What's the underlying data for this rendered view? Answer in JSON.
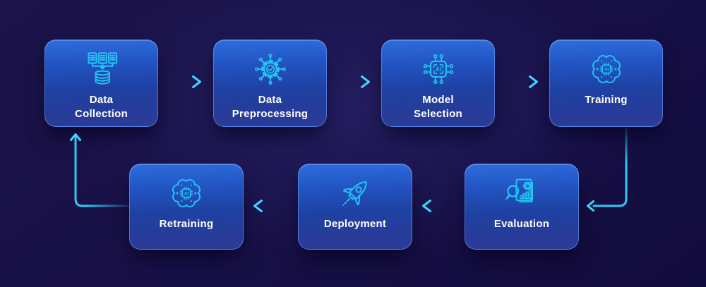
{
  "diagram": {
    "kind": "flowchart",
    "nodes": [
      {
        "id": "data-collection",
        "label": "Data\nCollection",
        "icon": "data-collection-icon"
      },
      {
        "id": "data-preprocessing",
        "label": "Data\nPreprocessing",
        "icon": "gear-network-icon"
      },
      {
        "id": "model-selection",
        "label": "Model\nSelection",
        "icon": "ai-chip-icon"
      },
      {
        "id": "training",
        "label": "Training",
        "icon": "ai-brain-icon"
      },
      {
        "id": "evaluation",
        "label": "Evaluation",
        "icon": "report-magnifier-icon"
      },
      {
        "id": "deployment",
        "label": "Deployment",
        "icon": "rocket-icon"
      },
      {
        "id": "retraining",
        "label": "Retraining",
        "icon": "ai-brain-icon"
      }
    ],
    "edges": [
      {
        "from": "data-collection",
        "to": "data-preprocessing",
        "shape": "straight-right"
      },
      {
        "from": "data-preprocessing",
        "to": "model-selection",
        "shape": "straight-right"
      },
      {
        "from": "model-selection",
        "to": "training",
        "shape": "straight-right"
      },
      {
        "from": "training",
        "to": "evaluation",
        "shape": "down-then-left"
      },
      {
        "from": "evaluation",
        "to": "deployment",
        "shape": "straight-left"
      },
      {
        "from": "deployment",
        "to": "retraining",
        "shape": "straight-left"
      },
      {
        "from": "retraining",
        "to": "data-collection",
        "shape": "left-then-up"
      }
    ],
    "colors": {
      "background": "#171046",
      "box_gradient_top": "#2e6cde",
      "box_gradient_bottom": "#2d3b95",
      "box_border": "#78a5fa",
      "icon": "#25c3f2",
      "arrow": "#2fc9f3",
      "label": "#ffffff"
    }
  }
}
